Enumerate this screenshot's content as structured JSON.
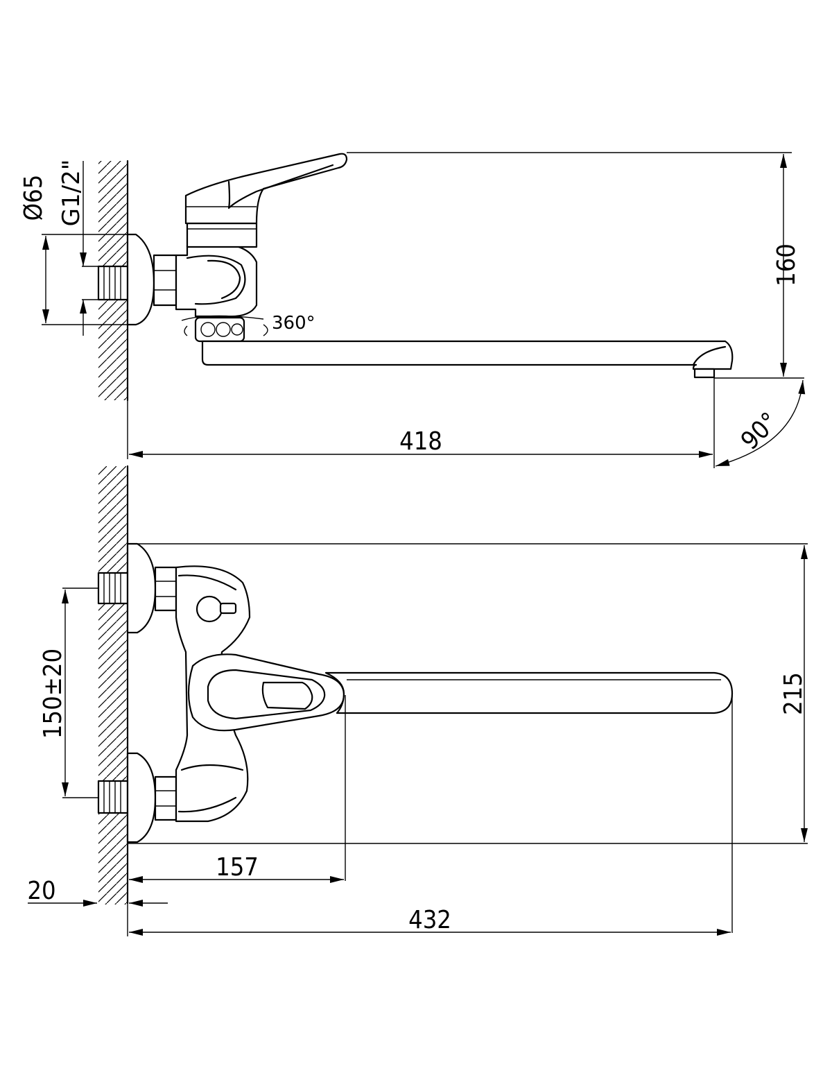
{
  "drawing": {
    "dimensions": {
      "flange_diameter": "Ø65",
      "thread_size": "G1/2\"",
      "swivel_angle": "360°",
      "spout_height": "160",
      "spout_reach_side": "418",
      "spout_tilt_angle": "90°",
      "inlet_spacing": "150±20",
      "total_height": "215",
      "handle_offset": "157",
      "wall_gap": "20",
      "total_reach": "432"
    }
  }
}
